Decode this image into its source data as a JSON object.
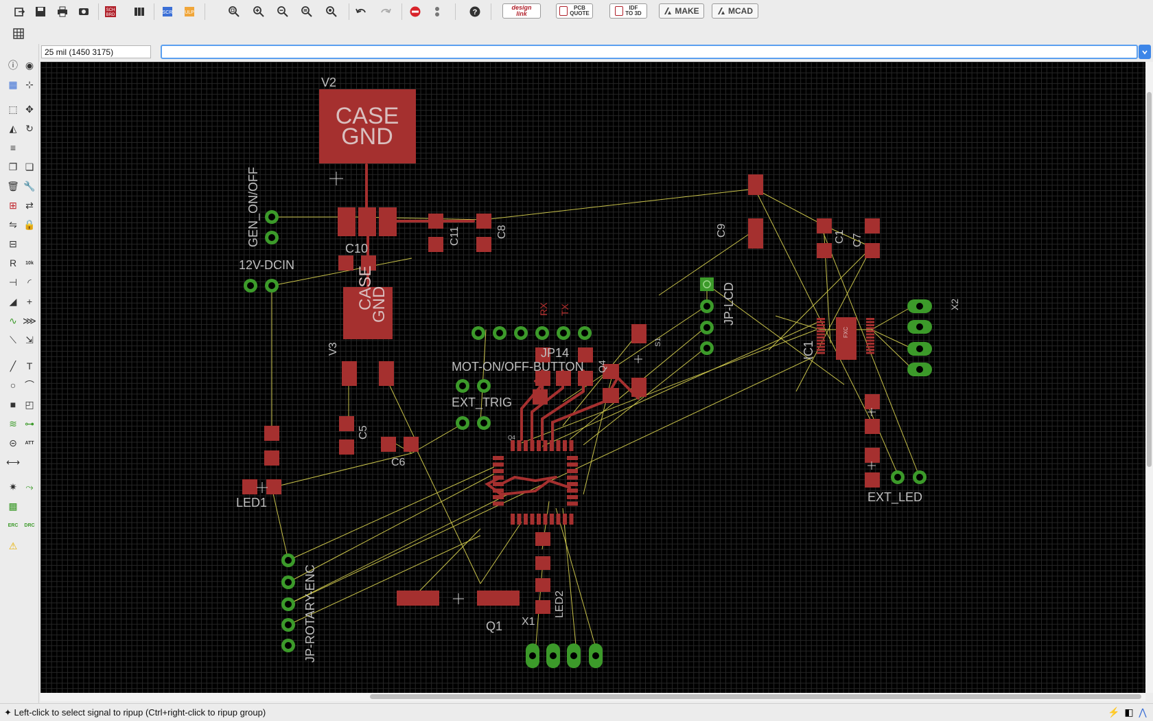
{
  "toolbar": {
    "buttons": [
      {
        "name": "open-icon",
        "glyph": "⧉"
      },
      {
        "name": "save-icon",
        "glyph": "▣"
      },
      {
        "name": "print-icon",
        "glyph": "⎙"
      },
      {
        "name": "cam-icon",
        "glyph": "◙"
      },
      {
        "name": "sch-brd-icon",
        "glyph": "▤"
      },
      {
        "name": "board-layers-icon",
        "glyph": "▥"
      },
      {
        "name": "script-icon",
        "glyph": "◪"
      },
      {
        "name": "ulp-icon",
        "glyph": "◫"
      },
      {
        "name": "zoom-fit-icon",
        "glyph": "⊖"
      },
      {
        "name": "zoom-in-icon",
        "glyph": "⊕"
      },
      {
        "name": "zoom-out-icon",
        "glyph": "⊖"
      },
      {
        "name": "zoom-select-icon",
        "glyph": "⊜"
      },
      {
        "name": "zoom-redraw-icon",
        "glyph": "⊚"
      },
      {
        "name": "undo-icon",
        "glyph": "↶"
      },
      {
        "name": "redo-icon",
        "glyph": "↷"
      },
      {
        "name": "stop-icon",
        "glyph": "⛔"
      },
      {
        "name": "go-icon",
        "glyph": "⋮"
      },
      {
        "name": "help-icon",
        "glyph": "?"
      }
    ],
    "designlink": "design\nlink",
    "pcb_quote": "PCB\nQUOTE",
    "idf": "IDF\nTO 3D",
    "make": "MAKE",
    "mcad": "MCAD"
  },
  "command": {
    "coordinate": "25 mil (1450 3175)",
    "input_value": ""
  },
  "board_labels": {
    "v2": "V2",
    "case_gnd_top": [
      "CASE",
      "GND"
    ],
    "case_gnd_mid": [
      "CASE",
      "GND"
    ],
    "gen_on_off": "GEN_ON/OFF",
    "dcin": "12V-DCIN",
    "c10": "C10",
    "c11": "C11",
    "c8": "C8",
    "c9": "C9",
    "c1": "C1",
    "c7": "C7",
    "v3": "V3",
    "c5": "C5",
    "c6": "C6",
    "led1": "LED1",
    "rx": "RX",
    "tx": "TX",
    "jp14": "JP14",
    "mot": "MOT-ON/OFF-BUTTON",
    "ext_trig": "EXT_TRIG",
    "s1": "S1",
    "jp_lcd": "JP-LCD",
    "ic1": "IC1",
    "x2": "X2",
    "ext_led": "EXT_LED",
    "led2": "LED2",
    "x1": "X1",
    "q1": "Q1",
    "jp_rotary": "JP-ROTARY-ENC",
    "q4": "Q4",
    "fxc": "FXC"
  },
  "status": {
    "message": "✦ Left-click to select signal to ripup (Ctrl+right-click to ripup group)"
  },
  "colors": {
    "pad": "#a5302f",
    "via": "#3c9a2a",
    "airwire": "#c8c24a",
    "label": "#bfbfbf",
    "bg": "#000000"
  }
}
